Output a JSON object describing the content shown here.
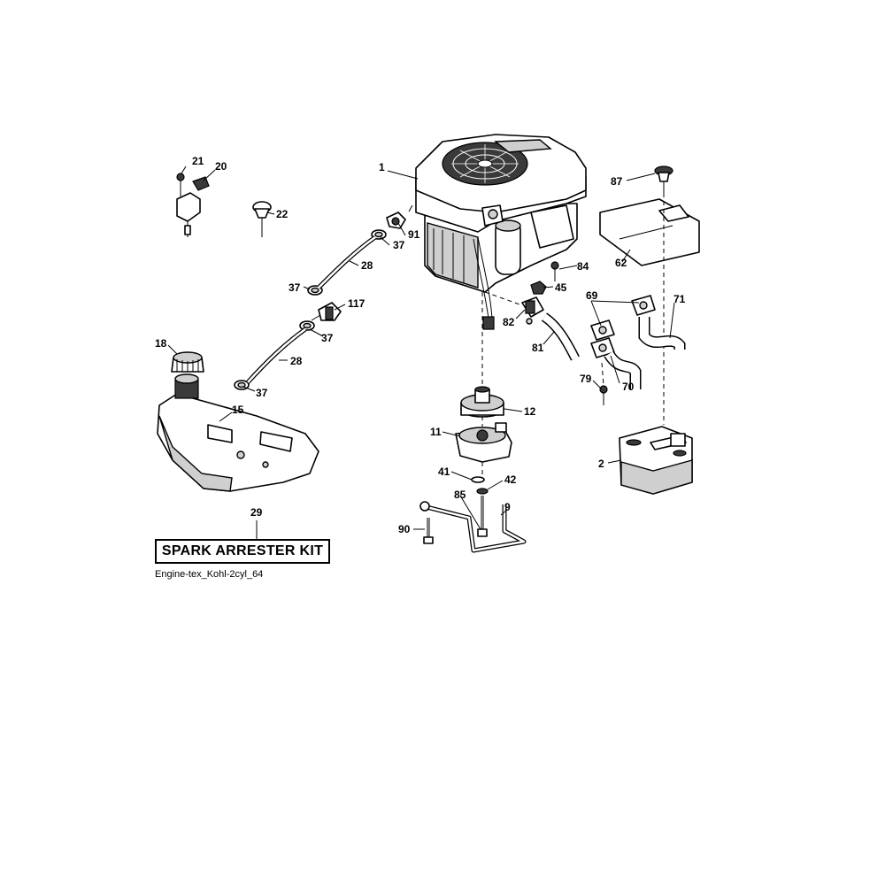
{
  "callouts": {
    "c1": "1",
    "c2": "2",
    "c9": "9",
    "c11": "11",
    "c12": "12",
    "c15": "15",
    "c18": "18",
    "c20": "20",
    "c21": "21",
    "c22": "22",
    "c28a": "28",
    "c28b": "28",
    "c29": "29",
    "c37a": "37",
    "c37b": "37",
    "c37c": "37",
    "c37d": "37",
    "c41": "41",
    "c42": "42",
    "c45": "45",
    "c62": "62",
    "c69": "69",
    "c70": "70",
    "c71": "71",
    "c79": "79",
    "c81": "81",
    "c82": "82",
    "c84": "84",
    "c85": "85",
    "c87": "87",
    "c90": "90",
    "c91": "91",
    "c117": "117"
  },
  "kit_label": "SPARK ARRESTER KIT",
  "diagram_id": "Engine-tex_Kohl-2cyl_64"
}
